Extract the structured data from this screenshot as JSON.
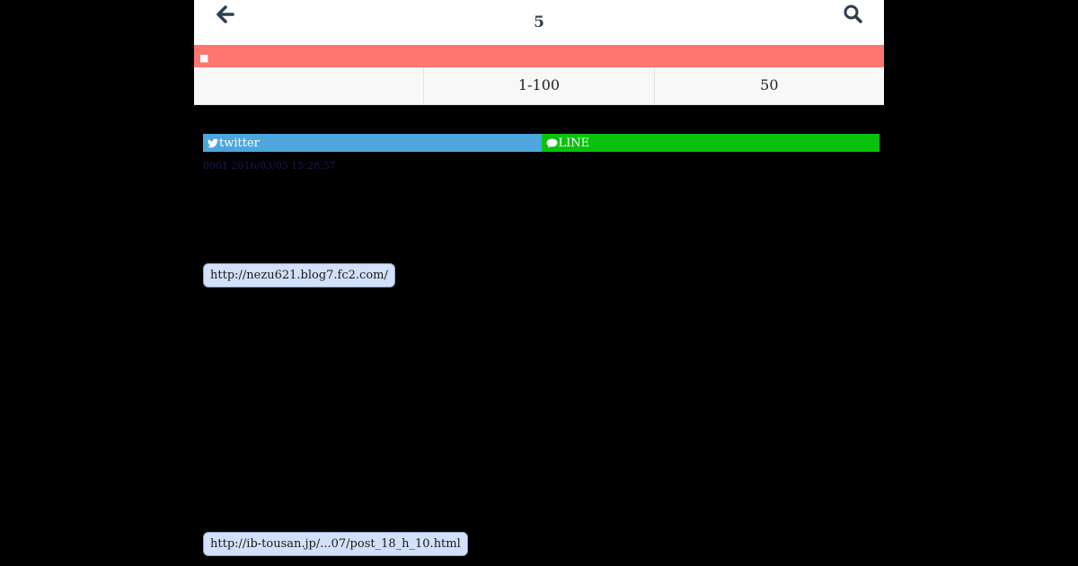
{
  "header": {
    "title": "5"
  },
  "red_bar": {
    "marker": "■"
  },
  "nav": {
    "cells": [
      "",
      "1-100",
      "50"
    ]
  },
  "share": {
    "twitter_label": "twitter",
    "line_label": "LINE",
    "twitter_color": "#4da7dd",
    "line_color": "#0ac20d"
  },
  "post": {
    "meta": "0001  2016/03/05 15:28:57"
  },
  "links": [
    "http://nezu621.blog7.fc2.com/",
    "http://ib-tousan.jp/...07/post_18_h_10.html"
  ],
  "icons": {
    "back": "arrow-left-icon",
    "search": "search-icon",
    "twitter": "twitter-icon",
    "line": "speech-bubble-icon"
  }
}
